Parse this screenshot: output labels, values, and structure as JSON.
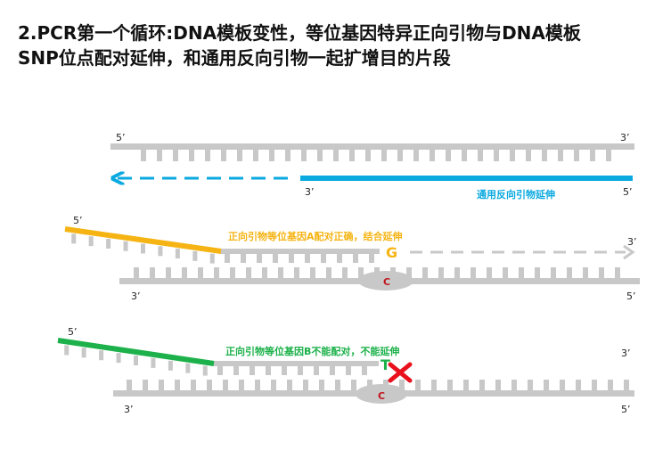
{
  "title_line1": "2.PCR第一个循环:DNA模板变性，等位基因特异正向引物与DNA模板",
  "title_line2": "SNP位点配对延伸，和通用反向引物一起扩增目的片段",
  "panel1": {
    "template_5prime": "5’",
    "template_3prime": "3’",
    "primer_3prime": "3’",
    "primer_5prime": "5’",
    "primer_label": "通用反向引物延伸"
  },
  "panel2": {
    "primer_5prime": "5’",
    "ext_3prime": "3’",
    "strand_3prime": "3’",
    "strand_5prime": "5’",
    "annotation": "正向引物等位基因A配对正确，结合延伸",
    "primer_base": "G",
    "template_base": "C"
  },
  "panel3": {
    "primer_5prime": "5’",
    "ext_3prime": "3’",
    "strand_3prime": "3’",
    "strand_5prime": "5’",
    "annotation": "正向引物等位基因B不能配对，不能延伸",
    "primer_base": "T",
    "template_base": "C"
  },
  "colors": {
    "strand": "#c8c8c8",
    "reverse_primer": "#0aa9e0",
    "allele_a_primer": "#f5b414",
    "allele_b_primer": "#1cb14a",
    "template_base": "#c0141c",
    "mismatch_x": "#e8111c"
  }
}
